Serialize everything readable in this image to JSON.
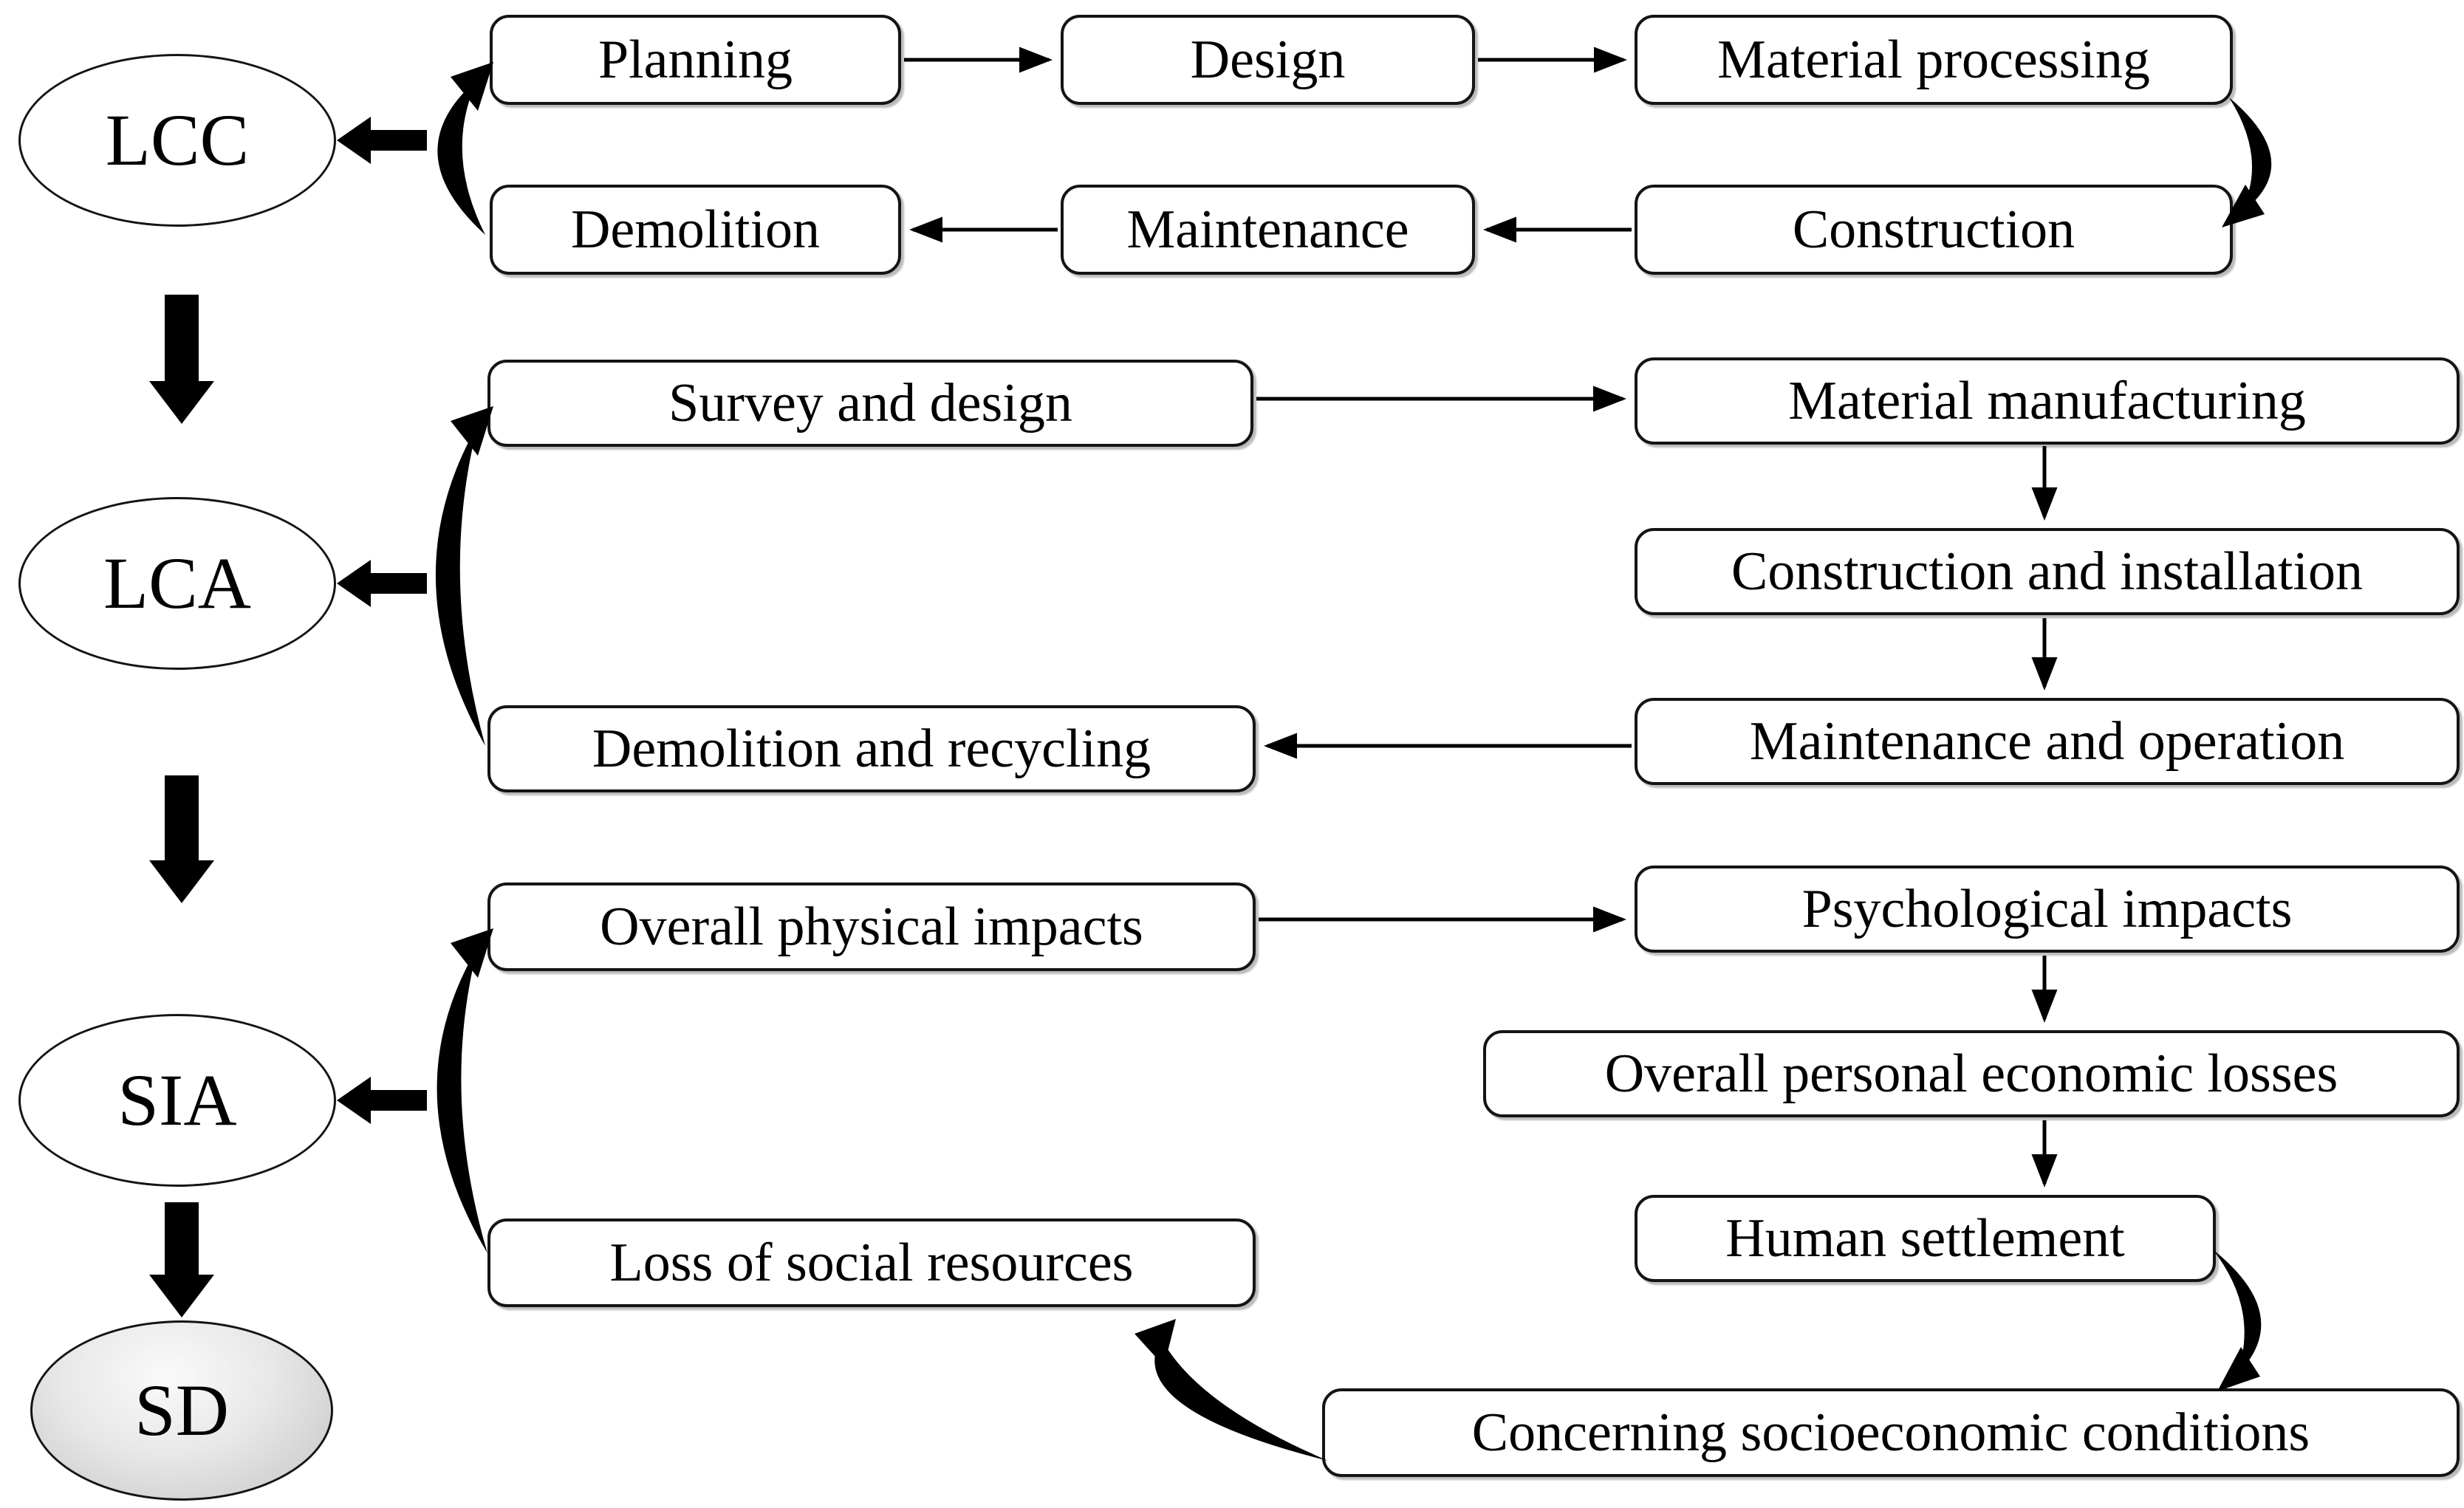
{
  "title": "Relationship of LCC, LCA, SIA life-cycle phases leading to SD",
  "nodes": {
    "lcc": "LCC",
    "lca": "LCA",
    "sia": "SIA",
    "sd": "SD",
    "planning": "Planning",
    "design": "Design",
    "material_processing": "Material processing",
    "construction": "Construction",
    "maintenance": "Maintenance",
    "demolition": "Demolition",
    "survey_design": "Survey and design",
    "material_manufacturing": "Material manufacturing",
    "construction_installation": "Construction and installation",
    "maintenance_operation": "Maintenance and operation",
    "demolition_recycling": "Demolition and recycling",
    "overall_physical": "Overall physical impacts",
    "psychological": "Psychological impacts",
    "personal_economic": "Overall personal economic losses",
    "human_settlement": "Human settlement",
    "loss_social": "Loss of social resources",
    "socioeconomic": "Concerning socioeconomic conditions"
  },
  "flows": [
    "Planning -> Design -> Material processing -> Construction -> Maintenance -> Demolition -> Planning (cycle) -> LCC",
    "LCC -> LCA",
    "Survey and design -> Material manufacturing -> Construction and installation -> Maintenance and operation -> Demolition and recycling -> Survey and design (cycle) -> LCA",
    "LCA -> SIA",
    "Overall physical impacts -> Psychological impacts -> Overall personal economic losses -> Human settlement -> Concerning socioeconomic conditions -> Loss of social resources -> Overall physical impacts (cycle) -> SIA",
    "SIA -> SD"
  ],
  "colors": {
    "ink": "#000000",
    "box_fill": "#ffffff",
    "box_shadow": "#696969",
    "sd_fill_light": "#fafafa",
    "sd_fill_dark": "#c3c3c3"
  }
}
